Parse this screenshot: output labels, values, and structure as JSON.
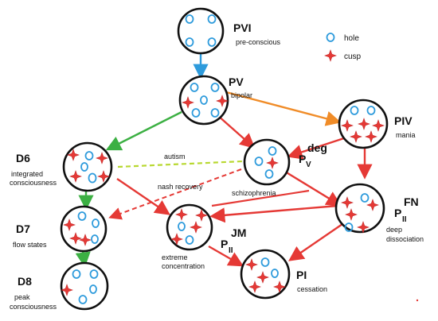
{
  "legend": {
    "hole": "hole",
    "cusp": "cusp"
  },
  "colors": {
    "green": "#3cb043",
    "red": "#e53935",
    "blue": "#2e9bdc",
    "orange": "#f08c28",
    "yellowgreen": "#b8d830"
  },
  "nodes": {
    "pvi": {
      "name": "PVI",
      "desc": "pre-conscious"
    },
    "pv": {
      "name": "PV",
      "desc": "bipolar"
    },
    "piv": {
      "name": "PIV",
      "desc": "mania"
    },
    "d6": {
      "name": "D6",
      "desc1": "integrated",
      "desc2": "consciousness"
    },
    "pvdeg": {
      "name": "P",
      "sub": "V",
      "sup": "deg",
      "desc": "schizophrenia"
    },
    "d7": {
      "name": "D7",
      "desc": "flow states"
    },
    "piifn": {
      "name": "P",
      "sub": "II",
      "sup": "FN",
      "desc1": "deep",
      "desc2": "dissociation"
    },
    "piijm": {
      "name": "P",
      "sub": "II",
      "sup": "JM",
      "desc1": "extreme",
      "desc2": "concentration"
    },
    "pi": {
      "name": "PI",
      "desc": "cessation"
    },
    "d8": {
      "name": "D8",
      "desc1": "peak",
      "desc2": "consciousness"
    }
  },
  "edge_labels": {
    "autism": "autism",
    "nash_recovery": "nash recovery"
  }
}
